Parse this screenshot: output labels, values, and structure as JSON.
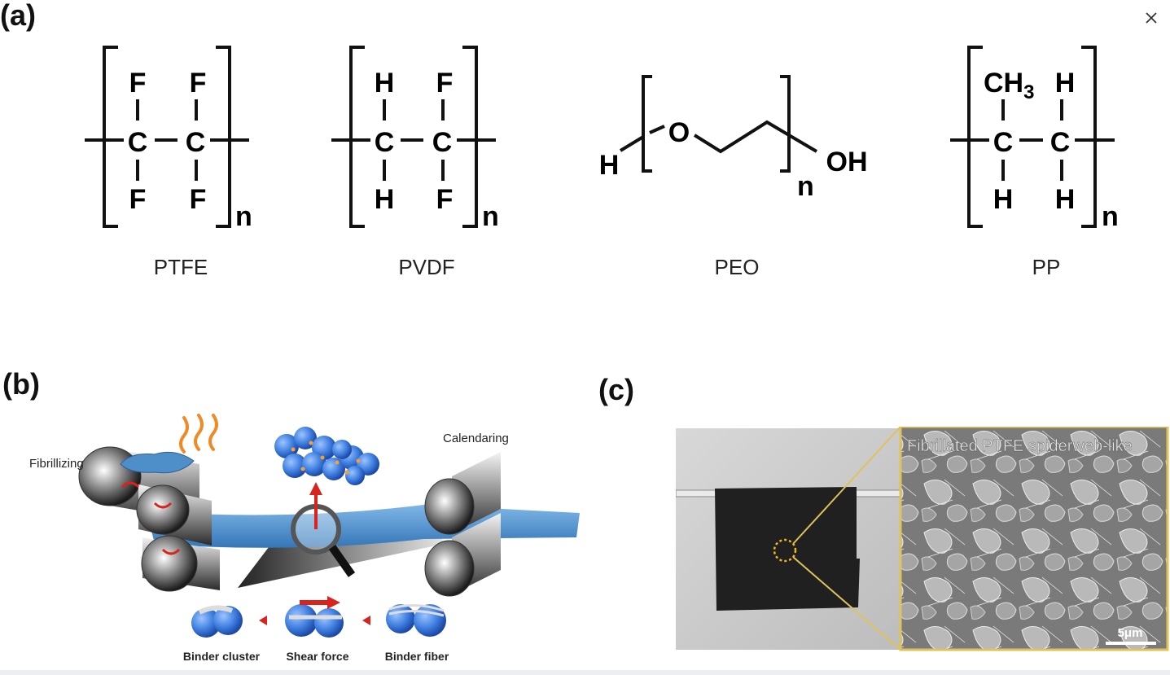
{
  "panels": {
    "a": {
      "label": "(a)",
      "structures": [
        {
          "name": "PTFE",
          "top": [
            "F",
            "F"
          ],
          "center": [
            "C",
            "C"
          ],
          "bottom": [
            "F",
            "F"
          ],
          "subscript": "n"
        },
        {
          "name": "PVDF",
          "top": [
            "H",
            "F"
          ],
          "center": [
            "C",
            "C"
          ],
          "bottom": [
            "H",
            "F"
          ],
          "subscript": "n"
        },
        {
          "name": "PEO",
          "left_end": "H",
          "atom": "O",
          "right_end": "OH",
          "subscript": "n"
        },
        {
          "name": "PP",
          "top": [
            "CH",
            "H"
          ],
          "top_sub": "3",
          "center": [
            "C",
            "C"
          ],
          "bottom": [
            "H",
            "H"
          ],
          "subscript": "n"
        }
      ]
    },
    "b": {
      "label": "(b)",
      "stage_labels": {
        "left": "Fibrillizing",
        "right": "Calendaring"
      },
      "steps": [
        "Binder cluster",
        "Shear force",
        "Binder fiber"
      ],
      "colors": {
        "belt": "#4f8fc9",
        "particle": "#3f7fe0",
        "arrow": "#d9231d",
        "flame": "#f08a24"
      }
    },
    "c": {
      "label": "(c)",
      "sem_caption": "Fibrillated PTFE spiderweb-like",
      "scale_bar": "5μm",
      "colors": {
        "frame": "#e0c25a",
        "dot": "#f3b521",
        "film": "#1f201f"
      }
    }
  },
  "controls": {
    "close_icon": "close-icon"
  }
}
